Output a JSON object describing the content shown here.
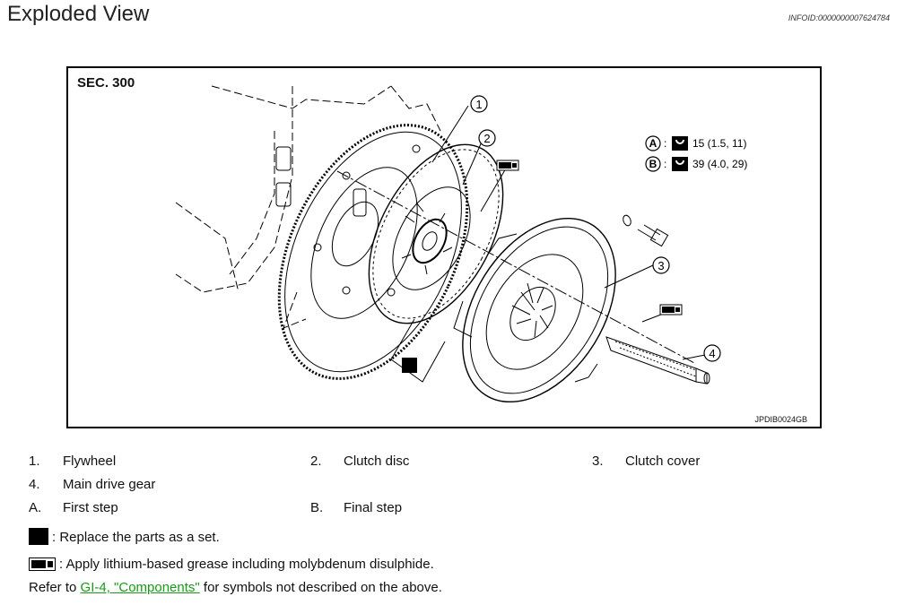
{
  "header": {
    "title": "Exploded View",
    "infoid": "INFOID:0000000007624784"
  },
  "figure": {
    "section": "SEC. 300",
    "figure_id": "JPDIB0024GB",
    "callouts": [
      "1",
      "2",
      "3",
      "4"
    ],
    "torque": [
      {
        "letter": "A",
        "value": "15 (1.5, 11)"
      },
      {
        "letter": "B",
        "value": "39 (4.0, 29)"
      }
    ],
    "separator": ":"
  },
  "legend": {
    "items": [
      {
        "num": "1.",
        "label": "Flywheel"
      },
      {
        "num": "2.",
        "label": "Clutch disc"
      },
      {
        "num": "3.",
        "label": "Clutch cover"
      },
      {
        "num": "4.",
        "label": "Main drive gear"
      },
      {
        "num": "A.",
        "label": "First step"
      },
      {
        "num": "B.",
        "label": "Final step"
      }
    ]
  },
  "symbols": {
    "replace_set": ": Replace the parts as a set.",
    "grease": ": Apply lithium-based grease including molybdenum disulphide.",
    "refer_prefix": "Refer to ",
    "refer_link": "GI-4, \"Components\"",
    "refer_suffix": " for symbols not described on the above."
  },
  "colors": {
    "link": "#1a9a1a",
    "ink": "#000000"
  },
  "icons": [
    "black-square-icon",
    "grease-applicator-icon",
    "torque-wrench-icon"
  ]
}
